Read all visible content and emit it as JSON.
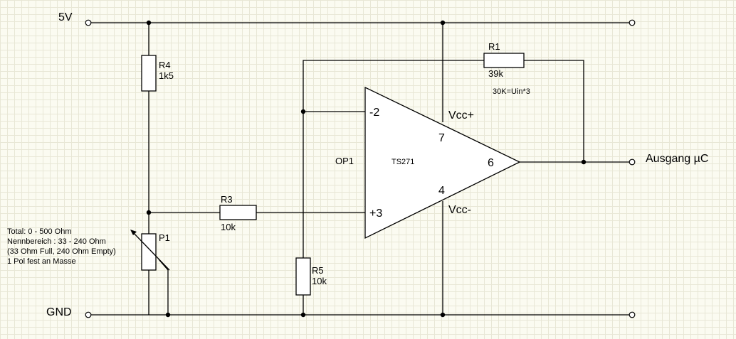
{
  "rails": {
    "supply": "5V",
    "ground": "GND",
    "output": "Ausgang µC"
  },
  "opamp": {
    "name": "OP1",
    "type": "TS271",
    "pin_inv": "-2",
    "pin_noninv": "+3",
    "pin_vcc_plus_num": "7",
    "pin_vcc_minus_num": "4",
    "pin_out": "6",
    "vcc_plus": "Vcc+",
    "vcc_minus": "Vcc-"
  },
  "resistors": {
    "r1": {
      "name": "R1",
      "value": "39k"
    },
    "r3": {
      "name": "R3",
      "value": "10k"
    },
    "r4": {
      "name": "R4",
      "value": "1k5"
    },
    "r5": {
      "name": "R5",
      "value": "10k"
    },
    "p1": {
      "name": "P1"
    }
  },
  "notes": {
    "gain": "30K=Uin*3",
    "p1_lines": [
      "Total: 0 - 500 Ohm",
      "Nennbereich : 33 - 240 Ohm",
      "(33 Ohm Full, 240 Ohm Empty)",
      "1 Pol fest an Masse"
    ]
  }
}
